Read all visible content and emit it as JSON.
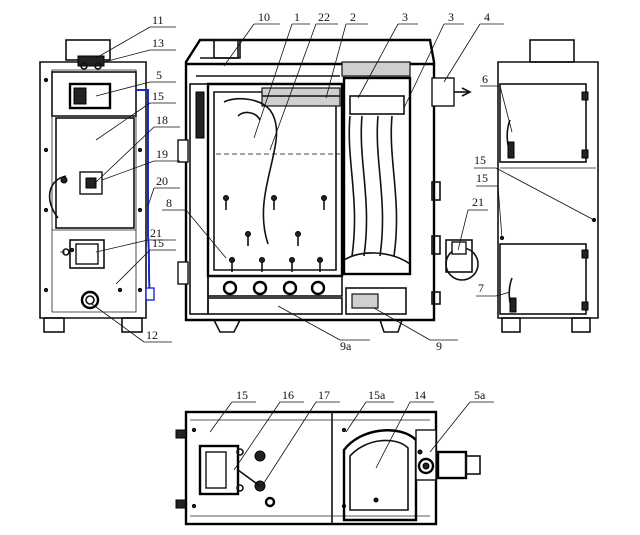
{
  "callouts": {
    "c11": "11",
    "c13": "13",
    "c5": "5",
    "c15_left_top": "15",
    "c18": "18",
    "c19": "19",
    "c20": "20",
    "c21_left": "21",
    "c15_left_bottom": "15",
    "c12": "12",
    "c10": "10",
    "c1": "1",
    "c22": "22",
    "c2": "2",
    "c3_a": "3",
    "c3_b": "3",
    "c4": "4",
    "c8": "8",
    "c9a": "9а",
    "c9": "9",
    "c6": "6",
    "c15_right_a": "15",
    "c15_right_b": "15",
    "c21_right": "21",
    "c7": "7",
    "c15_bottom": "15",
    "c16": "16",
    "c17": "17",
    "c15a": "15а",
    "c14": "14",
    "c5a": "5а"
  },
  "colors": {
    "line": "#111111",
    "cable": "#1a2bd6",
    "background": "#ffffff"
  }
}
